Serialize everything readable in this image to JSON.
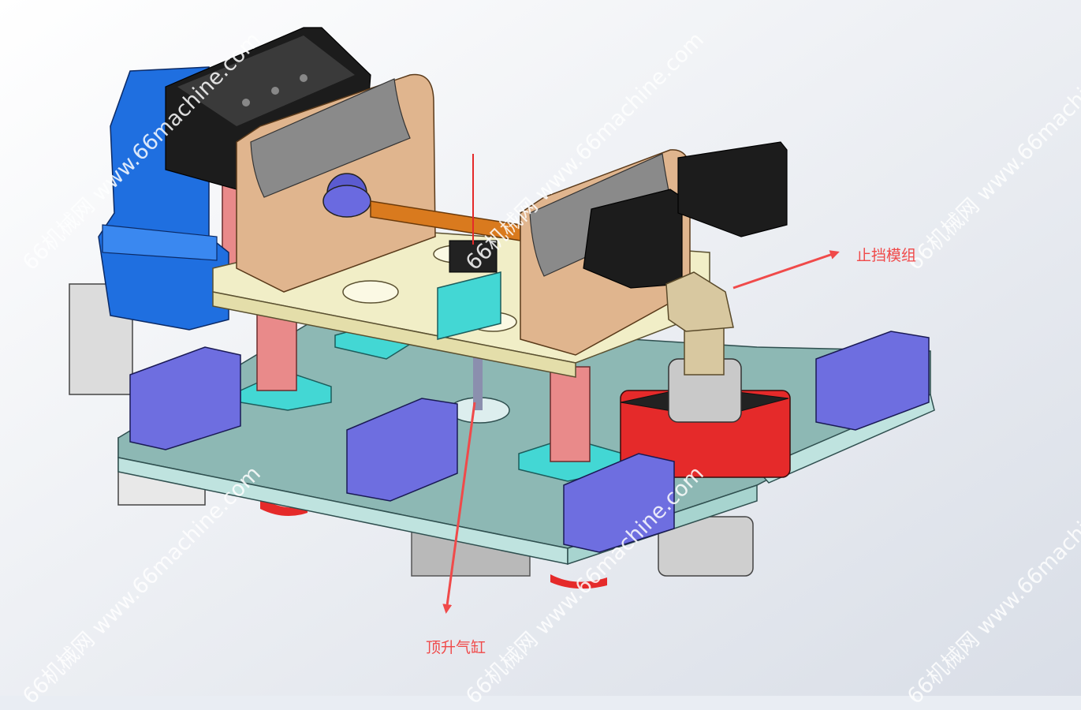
{
  "labels": {
    "stop_module": "止挡模组",
    "lift_cylinder": "顶升气缸"
  },
  "watermark": {
    "text": "66机械网 www.66machine.com"
  },
  "colors": {
    "background": "#e9edf3",
    "annotation": "#f04a4a",
    "base_plate": "#8db8b4",
    "base_plate_edge": "#bfe3df",
    "upper_plate": "#f1eec7",
    "side_plate": "#e0b58e",
    "motor_blue": "#1f6fe0",
    "gripper_black": "#1c1c1c",
    "block_purple": "#6e6ee0",
    "pillar_pink": "#e98a8a",
    "mount_cyan": "#43d7d4",
    "shaft_orange": "#d97a1e",
    "cylinder_red": "#e52a2a",
    "cylinder_tan": "#d8c8a0",
    "metal_gray": "#c8c8c8",
    "watermark": "#ffffff"
  }
}
